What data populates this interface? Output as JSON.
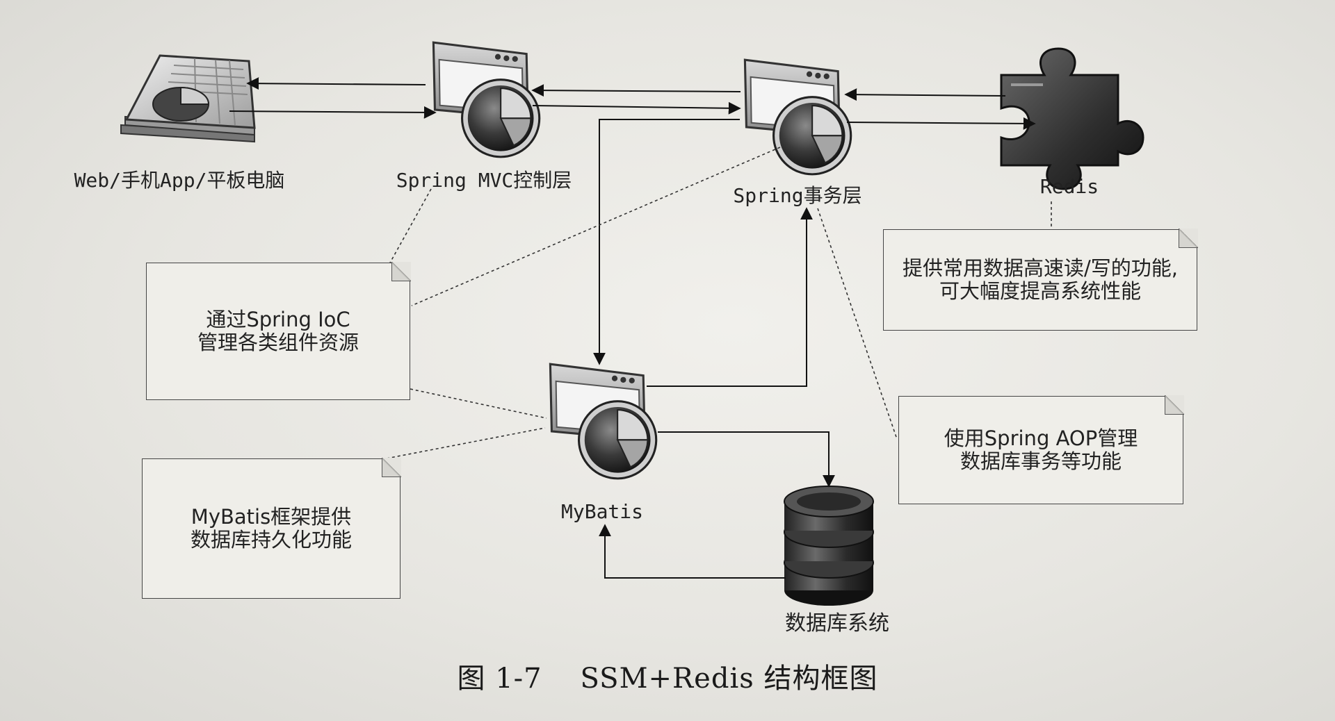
{
  "nodes": {
    "client": "Web/手机App/平板电脑",
    "mvc": "Spring MVC控制层",
    "service": "Spring事务层",
    "redis": "Redis",
    "mybatis": "MyBatis",
    "database": "数据库系统"
  },
  "notes": {
    "ioc": [
      "通过Spring IoC",
      "管理各类组件资源"
    ],
    "redis": [
      "提供常用数据高速读/写的功能,",
      "可大幅度提高系统性能"
    ],
    "aop": [
      "使用Spring AOP管理",
      "数据库事务等功能"
    ],
    "mybatis": [
      "MyBatis框架提供",
      "数据库持久化功能"
    ]
  },
  "caption": "图 1-7    SSM+Redis 结构框图"
}
